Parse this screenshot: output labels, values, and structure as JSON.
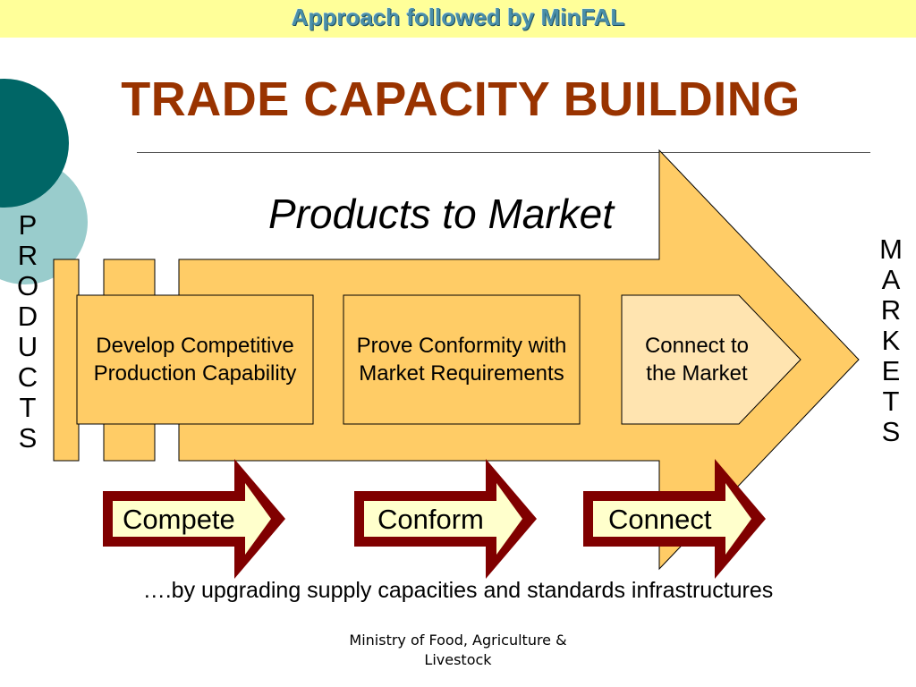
{
  "header": {
    "banner": "Approach followed by MinFAL"
  },
  "title": "TRADE CAPACITY BUILDING",
  "flow": {
    "subtitle": "Products to Market",
    "stages": [
      {
        "label": "Develop Competitive Production Capability"
      },
      {
        "label": "Prove Conformity with Market Requirements"
      },
      {
        "label": "Connect to the Market"
      }
    ],
    "actions": [
      {
        "label": "Compete"
      },
      {
        "label": "Conform"
      },
      {
        "label": "Connect"
      }
    ],
    "left_label": [
      "P",
      "R",
      "O",
      "D",
      "U",
      "C",
      "T",
      "S"
    ],
    "right_label": [
      "M",
      "A",
      "R",
      "K",
      "E",
      "T",
      "S"
    ]
  },
  "tagline": "….by upgrading supply capacities and standards infrastructures",
  "footer": {
    "line1": "Ministry of Food, Agriculture &",
    "line2": "Livestock"
  },
  "colors": {
    "banner_bg": "#ffff99",
    "banner_text": "#4a8fa8",
    "title": "#993300",
    "arrow_fill": "#ffcc66",
    "connect_fill": "#ffe4b0",
    "action_outer": "#800000",
    "action_inner": "#ffffcc",
    "circle_dark": "#006666",
    "circle_light": "#99cccc"
  }
}
